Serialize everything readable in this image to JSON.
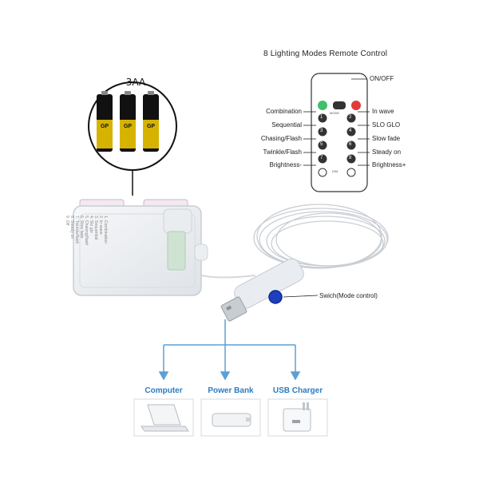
{
  "remote": {
    "title": "8 Lighting Modes Remote Control",
    "on_off": "ON/OFF",
    "left_labels": [
      "Combination",
      "Sequential",
      "Chasing/Flash",
      "Twinkle/Flash",
      "Brightness-"
    ],
    "right_labels": [
      "In wave",
      "SLO GLO",
      "Slow fade",
      "Steady on",
      "Brightness+"
    ],
    "key_numbers": [
      "1",
      "2",
      "3",
      "4",
      "5",
      "6",
      "7",
      "8"
    ],
    "key_marks": [
      "MODE",
      "DIM"
    ]
  },
  "battery": {
    "label": "3AA",
    "brand": "GP"
  },
  "battery_box": {
    "modes_text": "1. Combination\n2. In wave\n3. Sequential\n4. Slo glo\n5. Chasing/flash\n6. Slow fade\n7. Twinkle/flash\n8. Steady on\n9. Off"
  },
  "usb": {
    "switch_label": "Swich(Mode control)"
  },
  "devices": [
    {
      "label": "Computer",
      "icon": "laptop-icon"
    },
    {
      "label": "Power Bank",
      "icon": "power-bank-icon"
    },
    {
      "label": "USB Charger",
      "icon": "usb-charger-icon"
    }
  ],
  "colors": {
    "device_label": "#2b7cc0",
    "connector_line": "#5aa0d6",
    "remote_green_key": "#3fbf6a",
    "remote_red_key": "#e23b3b"
  }
}
